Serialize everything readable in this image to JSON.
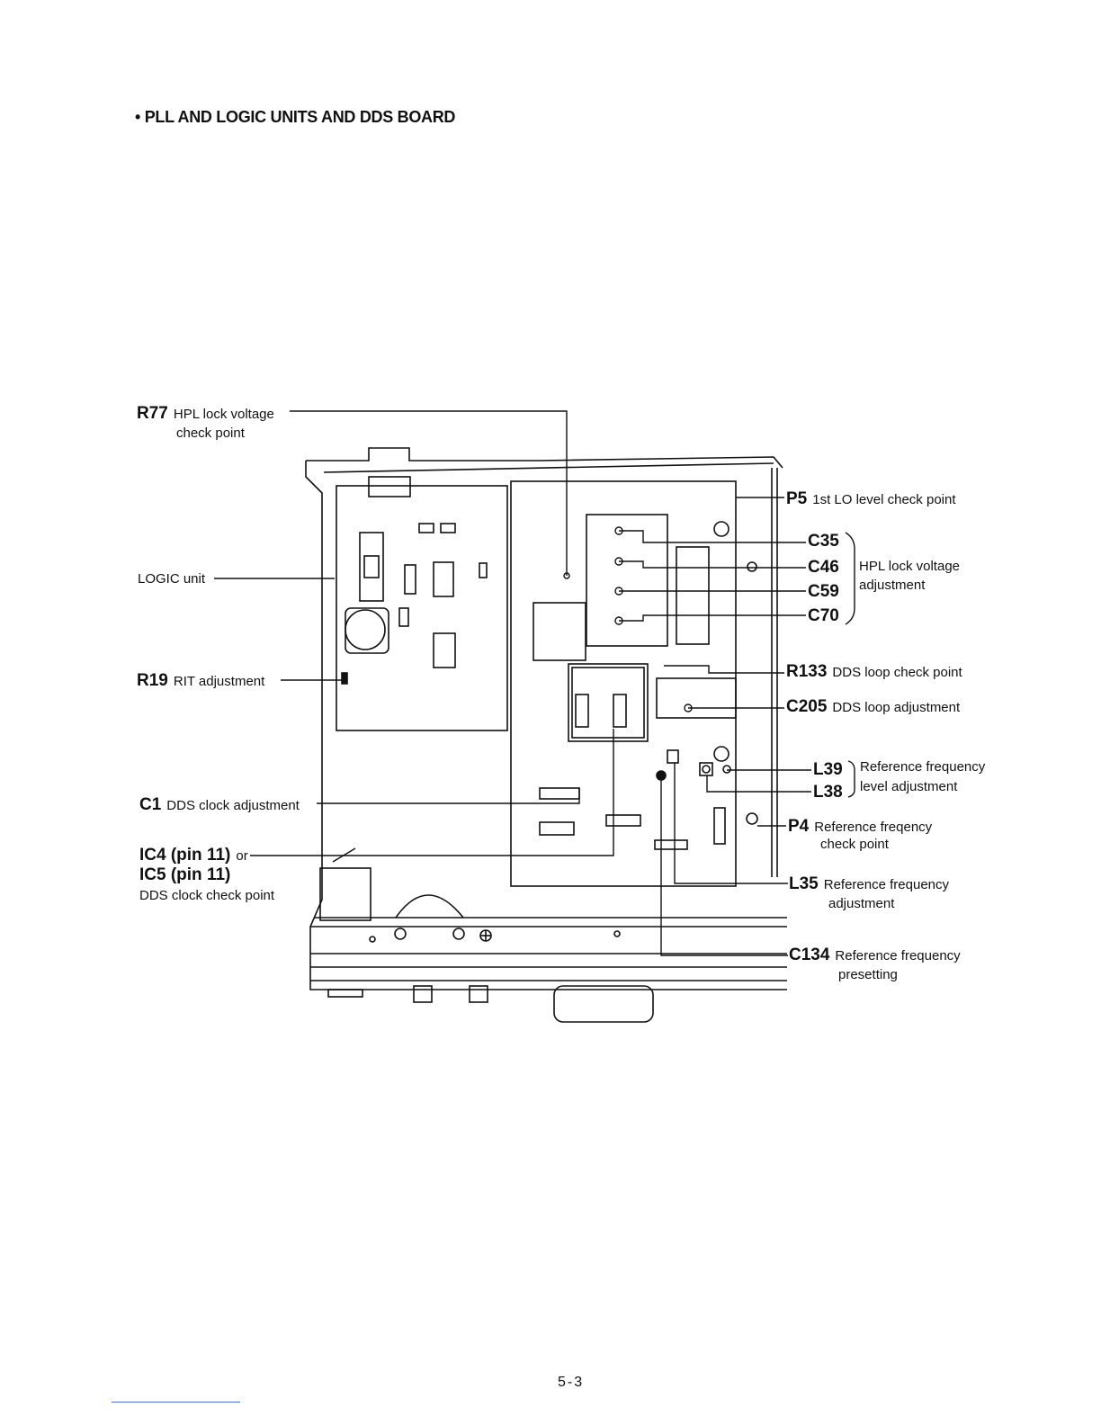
{
  "title": "• PLL AND LOGIC UNITS AND DDS BOARD",
  "page_number": "5-3",
  "labels": {
    "r77": {
      "code": "R77",
      "desc": "HPL lock voltage",
      "desc2": "check point"
    },
    "logic": {
      "desc": "LOGIC unit"
    },
    "r19": {
      "code": "R19",
      "desc": "RIT adjustment"
    },
    "c1": {
      "code": "C1",
      "desc": "DDS clock adjustment"
    },
    "ic4": {
      "code": "IC4 (pin 11)",
      "desc": "or"
    },
    "ic5": {
      "code": "IC5 (pin 11)",
      "desc": "DDS clock check point"
    },
    "p5": {
      "code": "P5",
      "desc": "1st LO level check point"
    },
    "c35": {
      "code": "C35"
    },
    "c46": {
      "code": "C46"
    },
    "c59": {
      "code": "C59"
    },
    "c70": {
      "code": "C70"
    },
    "hpl_adj": {
      "line1": "HPL lock voltage",
      "line2": "adjustment"
    },
    "r133": {
      "code": "R133",
      "desc": "DDS loop check point"
    },
    "c205": {
      "code": "C205",
      "desc": "DDS loop adjustment"
    },
    "l39": {
      "code": "L39"
    },
    "l38": {
      "code": "L38"
    },
    "ref_level": {
      "line1": "Reference frequency",
      "line2": "level adjustment"
    },
    "p4": {
      "code": "P4",
      "desc": "Reference freqency",
      "desc2": "check point"
    },
    "l35": {
      "code": "L35",
      "desc": "Reference frequency",
      "desc2": "adjustment"
    },
    "c134": {
      "code": "C134",
      "desc": "Reference frequency",
      "desc2": "presetting"
    }
  }
}
